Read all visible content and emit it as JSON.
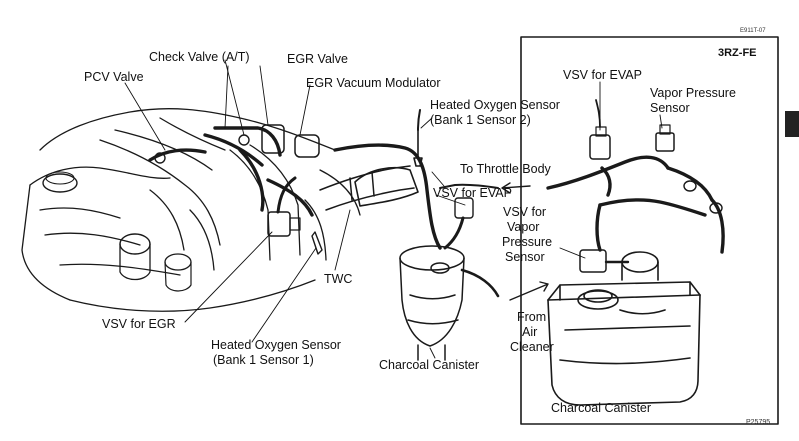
{
  "figure_code": "E911T-07",
  "part_number": "P25795",
  "inset_title": "3RZ-FE",
  "labels": {
    "check_valve": "Check Valve (A/T)",
    "egr_valve": "EGR Valve",
    "pcv_valve": "PCV Valve",
    "egr_vacuum_modulator": "EGR Vacuum Modulator",
    "heated_o2_bank1_s2_line1": "Heated Oxygen Sensor",
    "heated_o2_bank1_s2_line2": "(Bank 1 Sensor 2)",
    "to_throttle_body": "To Throttle Body",
    "vsv_for_evap_main": "VSV for EVAP",
    "twc": "TWC",
    "vsv_for_egr": "VSV for EGR",
    "heated_o2_bank1_s1_line1": "Heated Oxygen Sensor",
    "heated_o2_bank1_s1_line2": "(Bank 1 Sensor 1)",
    "charcoal_canister_main": "Charcoal Canister",
    "vsv_for_evap_inset": "VSV for EVAP",
    "vapor_pressure_sensor_line1": "Vapor Pressure",
    "vapor_pressure_sensor_line2": "Sensor",
    "vsv_vapor_pressure_line1": "VSV for",
    "vsv_vapor_pressure_line2": "Vapor",
    "vsv_vapor_pressure_line3": "Pressure",
    "vsv_vapor_pressure_line4": "Sensor",
    "from_air_cleaner_line1": "From",
    "from_air_cleaner_line2": "Air",
    "from_air_cleaner_line3": "Cleaner",
    "charcoal_canister_inset": "Charcoal Canister"
  }
}
